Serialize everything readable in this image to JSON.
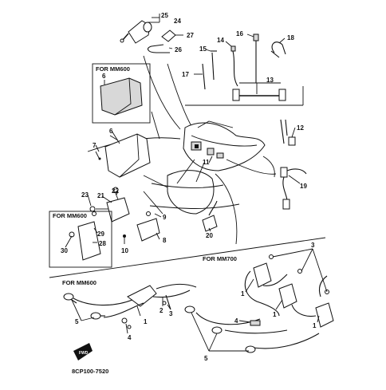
{
  "diagram": {
    "boxes": [
      {
        "id": "box-mm600-top",
        "label": "FOR MM600"
      },
      {
        "id": "box-mm600-left",
        "label": "FOR MM600"
      },
      {
        "id": "box-mm700",
        "label": "FOR MM700"
      },
      {
        "id": "box-mm600-bottom",
        "label": "FOR MM600"
      }
    ],
    "callouts": [
      "25",
      "24",
      "27",
      "26",
      "16",
      "18",
      "14",
      "15",
      "17",
      "13",
      "6",
      "6",
      "7",
      "12",
      "11",
      "9",
      "19",
      "22",
      "23",
      "21",
      "8",
      "10",
      "20",
      "29",
      "28",
      "30",
      "3",
      "1",
      "1",
      "1",
      "1",
      "2",
      "3",
      "4",
      "4",
      "5",
      "5"
    ],
    "drawing_code": "8CP100-7520",
    "front_marker": "FWD",
    "colors": {
      "ink": "#111111",
      "paper": "#ffffff",
      "shade": "#d8d8d8"
    }
  }
}
